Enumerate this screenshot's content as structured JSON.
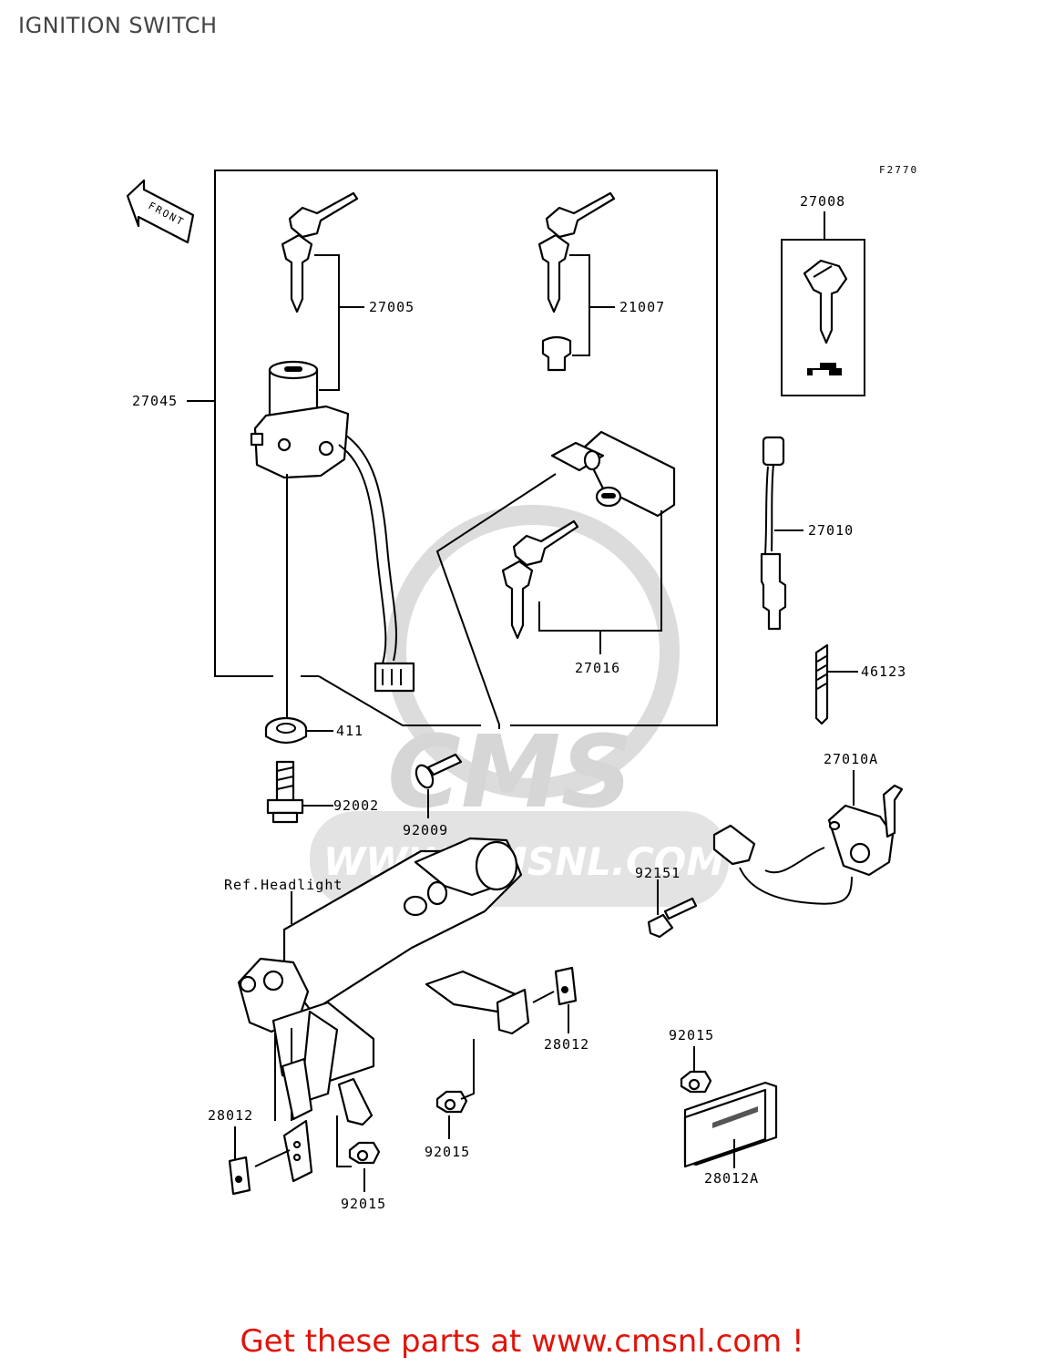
{
  "title": "IGNITION SWITCH",
  "figure_code": "F2770",
  "front_label": "FRONT",
  "watermark": {
    "brand": "CMS",
    "url": "WWW.CMSNL.COM"
  },
  "callouts": {
    "c27008": "27008",
    "c27005": "27005",
    "c21007": "21007",
    "c27045": "27045",
    "c27010": "27010",
    "c27016": "27016",
    "c46123": "46123",
    "c411": "411",
    "c92002": "92002",
    "c92009": "92009",
    "c27010A": "27010A",
    "c92151": "92151",
    "ref_headlight": "Ref.Headlight",
    "c28012_right": "28012",
    "c92015_right": "92015",
    "c92015_mid": "92015",
    "c28012_left": "28012",
    "c92015_left": "92015",
    "c28012A": "28012A"
  },
  "promo": "Get these parts at www.cmsnl.com !",
  "colors": {
    "promo": "#e0140b",
    "title": "#444444",
    "watermark": "#d9d9d9"
  }
}
